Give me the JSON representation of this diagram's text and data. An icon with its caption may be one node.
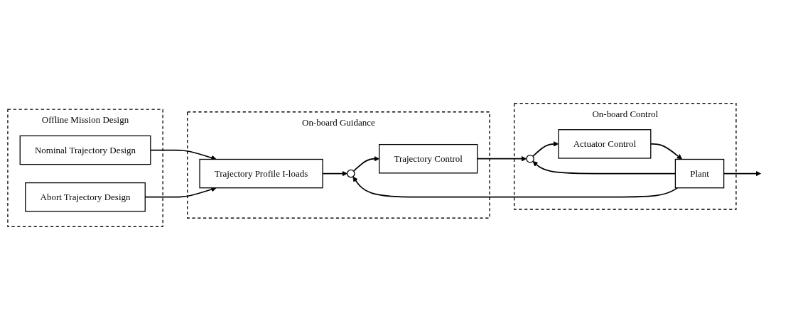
{
  "diagram": {
    "nodes": [
      {
        "text": [
          "Offline Mission Design"
        ]
      },
      {
        "text": [
          "Nominal Trajectory Design"
        ],
        "in": 0
      },
      {
        "text": [
          "Abort Trajectory Design"
        ],
        "in": 0
      },
      {
        "text": [
          "On-board Guidance"
        ]
      },
      {
        "text": [
          "Trajectory Profile I-loads"
        ],
        "in": 3
      },
      {
        "text": [],
        "shape": "circle",
        "in": 3
      },
      {
        "text": [
          "Trajectory Control"
        ],
        "in": 3
      },
      {
        "text": [
          "On-board Control"
        ]
      },
      {
        "text": [],
        "shape": "circle",
        "in": 7
      },
      {
        "text": [
          "Actuator Control"
        ],
        "in": 7
      },
      {
        "text": [
          "Plant"
        ],
        "in": 7
      }
    ],
    "edges": [
      {
        "from": 1,
        "to": 4,
        "arrow": "to"
      },
      {
        "from": 2,
        "to": 4,
        "arrow": "to"
      },
      {
        "from": 4,
        "to": 5,
        "arrow": "to"
      },
      {
        "from": 5,
        "to": 6,
        "arrow": "to"
      },
      {
        "from": 6,
        "to": 8,
        "arrow": "to"
      },
      {
        "from": 8,
        "to": 9,
        "arrow": "to"
      },
      {
        "from": 9,
        "to": 10,
        "arrow": "to"
      },
      {
        "from": 10,
        "to": null,
        "arrow": "to"
      },
      {
        "from": 10,
        "to": 8,
        "arrow": "to"
      },
      {
        "from": 10,
        "to": 5,
        "arrow": "to"
      }
    ]
  }
}
